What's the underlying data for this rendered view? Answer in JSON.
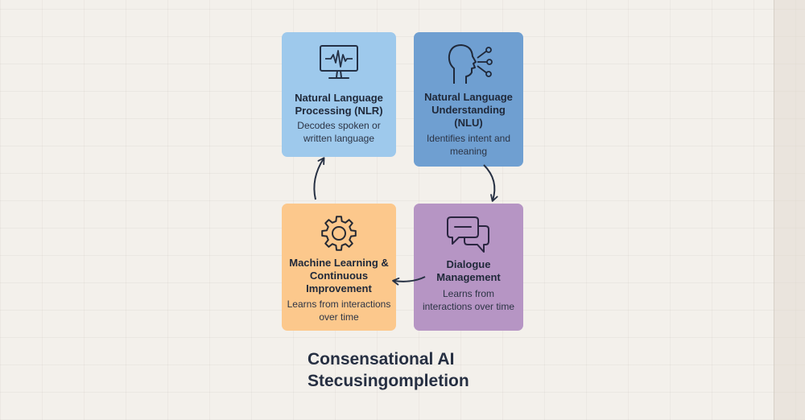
{
  "diagram": {
    "boxes": [
      {
        "title": "Natural Language Processing (NLR)",
        "description": "Decodes spoken or written language",
        "icon": "monitor-waveform-icon",
        "color": "#9ec9ec"
      },
      {
        "title": "Natural Language Understanding (NLU)",
        "description": "Identifies intent and meaning",
        "icon": "head-network-icon",
        "color": "#6f9fd1"
      },
      {
        "title": "Dialogue Management",
        "description": "Learns from interactions over time",
        "icon": "chat-bubbles-icon",
        "color": "#b695c4"
      },
      {
        "title": "Machine Learning & Continuous Improvement",
        "description": "Learns from interactions over time",
        "icon": "gear-icon",
        "color": "#fcc88c"
      }
    ],
    "caption": {
      "line1": "Consensational AI",
      "line2": "Stecusingompletion"
    },
    "flow": [
      "Natural Language Processing (NLR)",
      "Natural Language Understanding (NLU)",
      "Dialogue Management",
      "Machine Learning & Continuous Improvement"
    ]
  }
}
